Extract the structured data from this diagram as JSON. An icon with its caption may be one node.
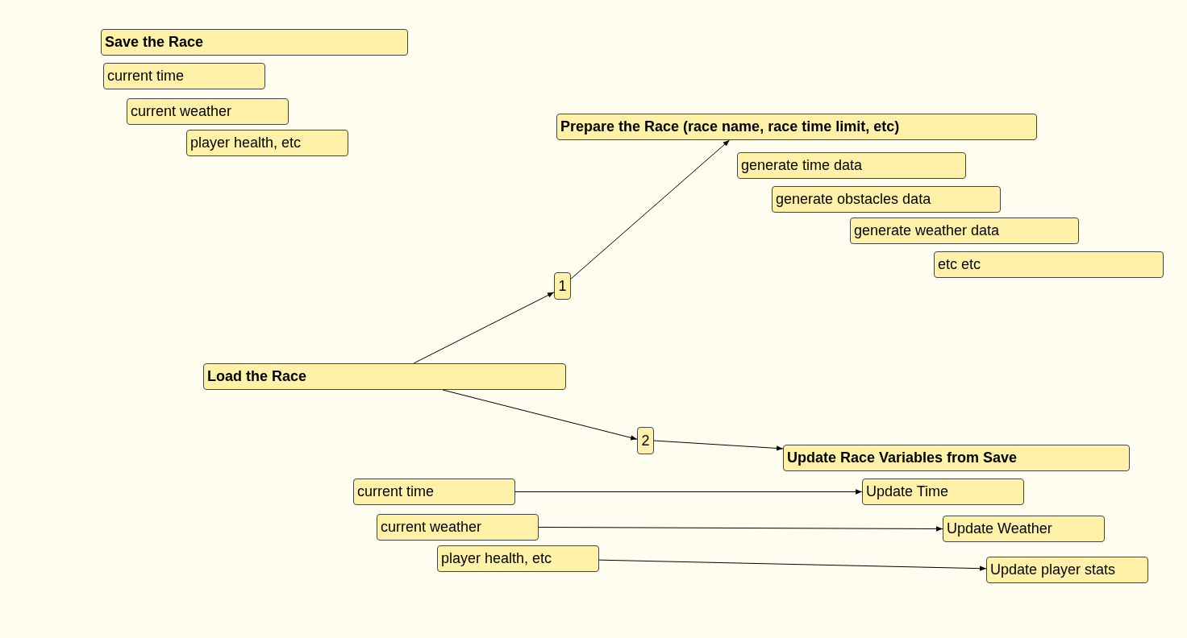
{
  "diagram": {
    "nodes": [
      {
        "text": [
          "Save the Race"
        ]
      },
      {
        "text": [
          "current time"
        ]
      },
      {
        "text": [
          "current weather"
        ]
      },
      {
        "text": [
          "player health, etc"
        ]
      },
      {
        "text": [
          "Prepare the Race (race name, race time limit, etc)"
        ]
      },
      {
        "text": [
          "generate time data"
        ]
      },
      {
        "text": [
          "generate obstacles data"
        ]
      },
      {
        "text": [
          "generate weather data"
        ]
      },
      {
        "text": [
          "etc etc"
        ]
      },
      {
        "text": [
          "1"
        ]
      },
      {
        "text": [
          "Load the Race"
        ]
      },
      {
        "text": [
          "2"
        ]
      },
      {
        "text": [
          "Update Race Variables from Save"
        ]
      },
      {
        "text": [
          "current time"
        ]
      },
      {
        "text": [
          "current weather"
        ]
      },
      {
        "text": [
          "player health, etc"
        ]
      },
      {
        "text": [
          "Update Time"
        ]
      },
      {
        "text": [
          "Update Weather"
        ]
      },
      {
        "text": [
          "Update player stats"
        ]
      }
    ],
    "edges": [
      {
        "from": 10,
        "to": 9,
        "arrow": "to"
      },
      {
        "from": 9,
        "to": 4,
        "arrow": "to"
      },
      {
        "from": 10,
        "to": 11,
        "arrow": "to"
      },
      {
        "from": 11,
        "to": 12,
        "arrow": "to"
      },
      {
        "from": 13,
        "to": 16,
        "arrow": "to"
      },
      {
        "from": 14,
        "to": 17,
        "arrow": "to"
      },
      {
        "from": 15,
        "to": 18,
        "arrow": "to"
      }
    ]
  }
}
